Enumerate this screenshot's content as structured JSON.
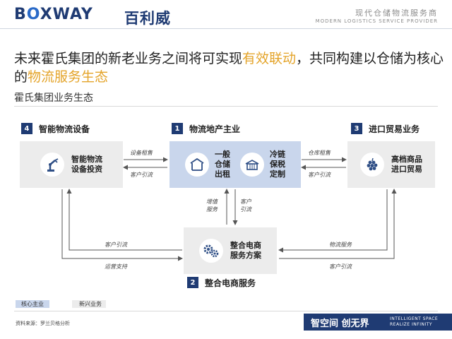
{
  "header": {
    "logo_text_b": "B",
    "logo_text_o": "O",
    "logo_text_rest": "XWAY",
    "logo_cn": "百利威",
    "tagline_cn": "现代仓储物流服务商",
    "tagline_en": "MODERN LOGISTICS SERVICE PROVIDER"
  },
  "headline": {
    "part1": "未来霍氏集团的新老业务之间将可实现",
    "highlight1": "有效联动",
    "part2": "，共同构建以仓储为核心的",
    "highlight2": "物流服务生态"
  },
  "subtitle": "霍氏集团业务生态",
  "sections": {
    "s4": {
      "num": "4",
      "label": "智能物流设备"
    },
    "s1": {
      "num": "1",
      "label": "物流地产主业"
    },
    "s3": {
      "num": "3",
      "label": "进口贸易业务"
    },
    "s2": {
      "num": "2",
      "label": "整合电商服务"
    }
  },
  "boxes": {
    "equipment": {
      "line1": "智能物流",
      "line2": "设备投资"
    },
    "realestate_a": {
      "line1": "一般",
      "line2": "仓储",
      "line3": "出租"
    },
    "realestate_b": {
      "line1": "冷链",
      "line2": "保税",
      "line3": "定制"
    },
    "trade": {
      "line1": "高档商品",
      "line2": "进口贸易"
    },
    "ecommerce": {
      "line1": "整合电商",
      "line2": "服务方案"
    }
  },
  "flows": {
    "equip_to_re": "设备租售",
    "re_to_equip": "客户引流",
    "trade_to_re": "仓库租售",
    "re_to_trade": "客户引流",
    "ec_to_re_1": "增值",
    "ec_to_re_2": "服务",
    "re_to_ec_1": "客户",
    "re_to_ec_2": "引流",
    "ec_to_equip": "客户引流",
    "equip_to_ec": "运营支持",
    "ec_to_trade": "物流服务",
    "trade_to_ec": "客户引流"
  },
  "legend": {
    "core": "核心主业",
    "new": "新兴业务",
    "core_color": "#c9d6ec",
    "new_color": "#ececec"
  },
  "source": "资料来源：罗兰贝格分析",
  "footer": {
    "cn": "智空间 创无界",
    "en_line1": "INTELLIGENT SPACE",
    "en_line2": "REALIZE INFINITY"
  },
  "colors": {
    "brand": "#1f3b73",
    "highlight": "#e4a42a",
    "icon_blue": "#2f4f86"
  },
  "icons": [
    "robot-arm-icon",
    "warehouse-icon",
    "cold-storage-icon",
    "grapes-icon",
    "gears-icon"
  ]
}
